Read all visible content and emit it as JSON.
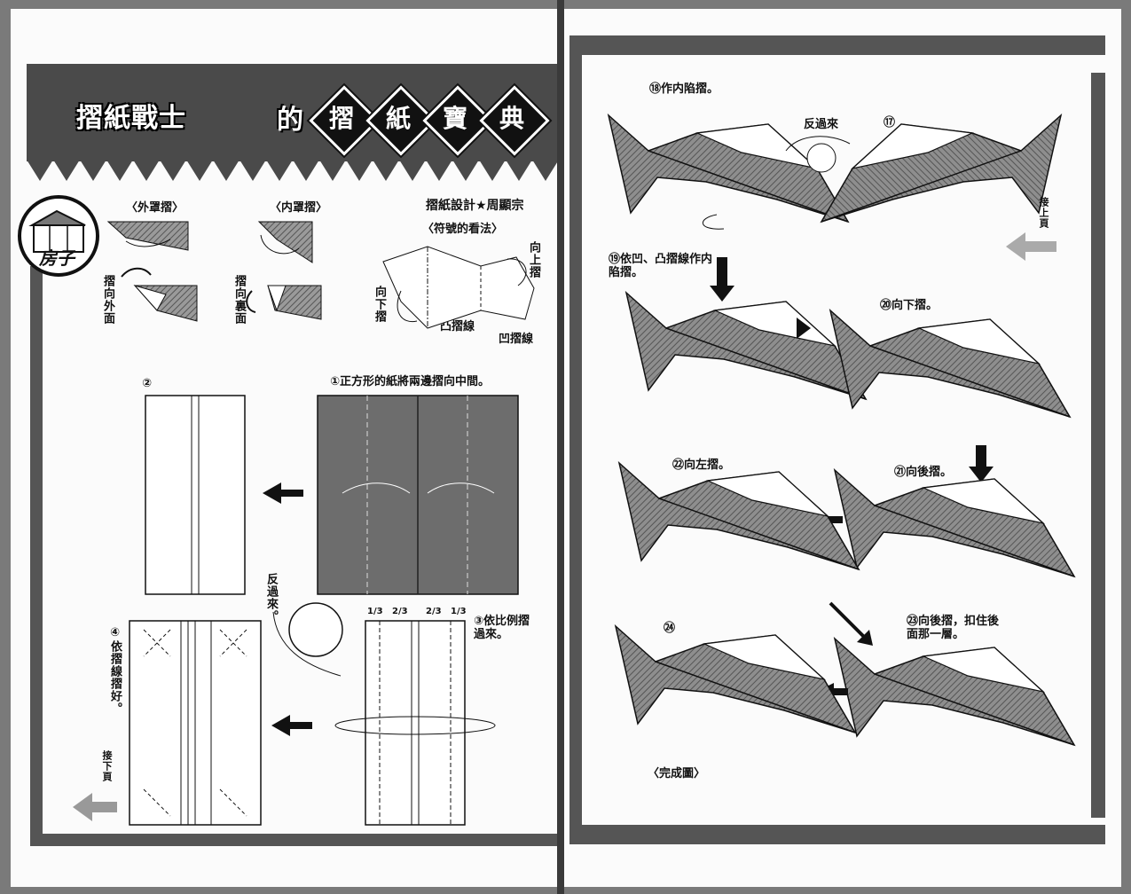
{
  "left": {
    "title": "摺紙戰士",
    "title_de": "的",
    "title_chars": [
      "摺",
      "紙",
      "寶",
      "典"
    ],
    "icon_label": "房子",
    "designer": "摺紙設計★周顯宗",
    "outer_fold": "〈外罩摺〉",
    "outer_fold_note": "摺向外面",
    "inner_fold": "〈内罩摺〉",
    "inner_fold_note": "摺向裏面",
    "symbols_title": "〈符號的看法〉",
    "fold_up": "向上摺",
    "fold_down": "向下摺",
    "mountain_line": "凸摺線",
    "valley_line": "凹摺線",
    "step1": "①正方形的紙將兩邊摺向中間。",
    "step2": "②",
    "step3": "③依比例摺過來。",
    "step4": "④依摺線摺好。",
    "flip": "反過來。",
    "fractions": [
      "1/3",
      "2/3",
      "2/3",
      "1/3"
    ],
    "next_page": "接下頁"
  },
  "right": {
    "step18": "⑱作内陷摺。",
    "step17": "⑰",
    "flip": "反過來",
    "prev_page": "接上頁",
    "step19": "⑲依凹、凸摺線作内陷摺。",
    "step20": "⑳向下摺。",
    "step21": "㉑向後摺。",
    "step22": "㉒向左摺。",
    "step23": "㉓向後摺，扣住後面那一層。",
    "step24": "㉔",
    "complete": "〈完成圖〉"
  }
}
